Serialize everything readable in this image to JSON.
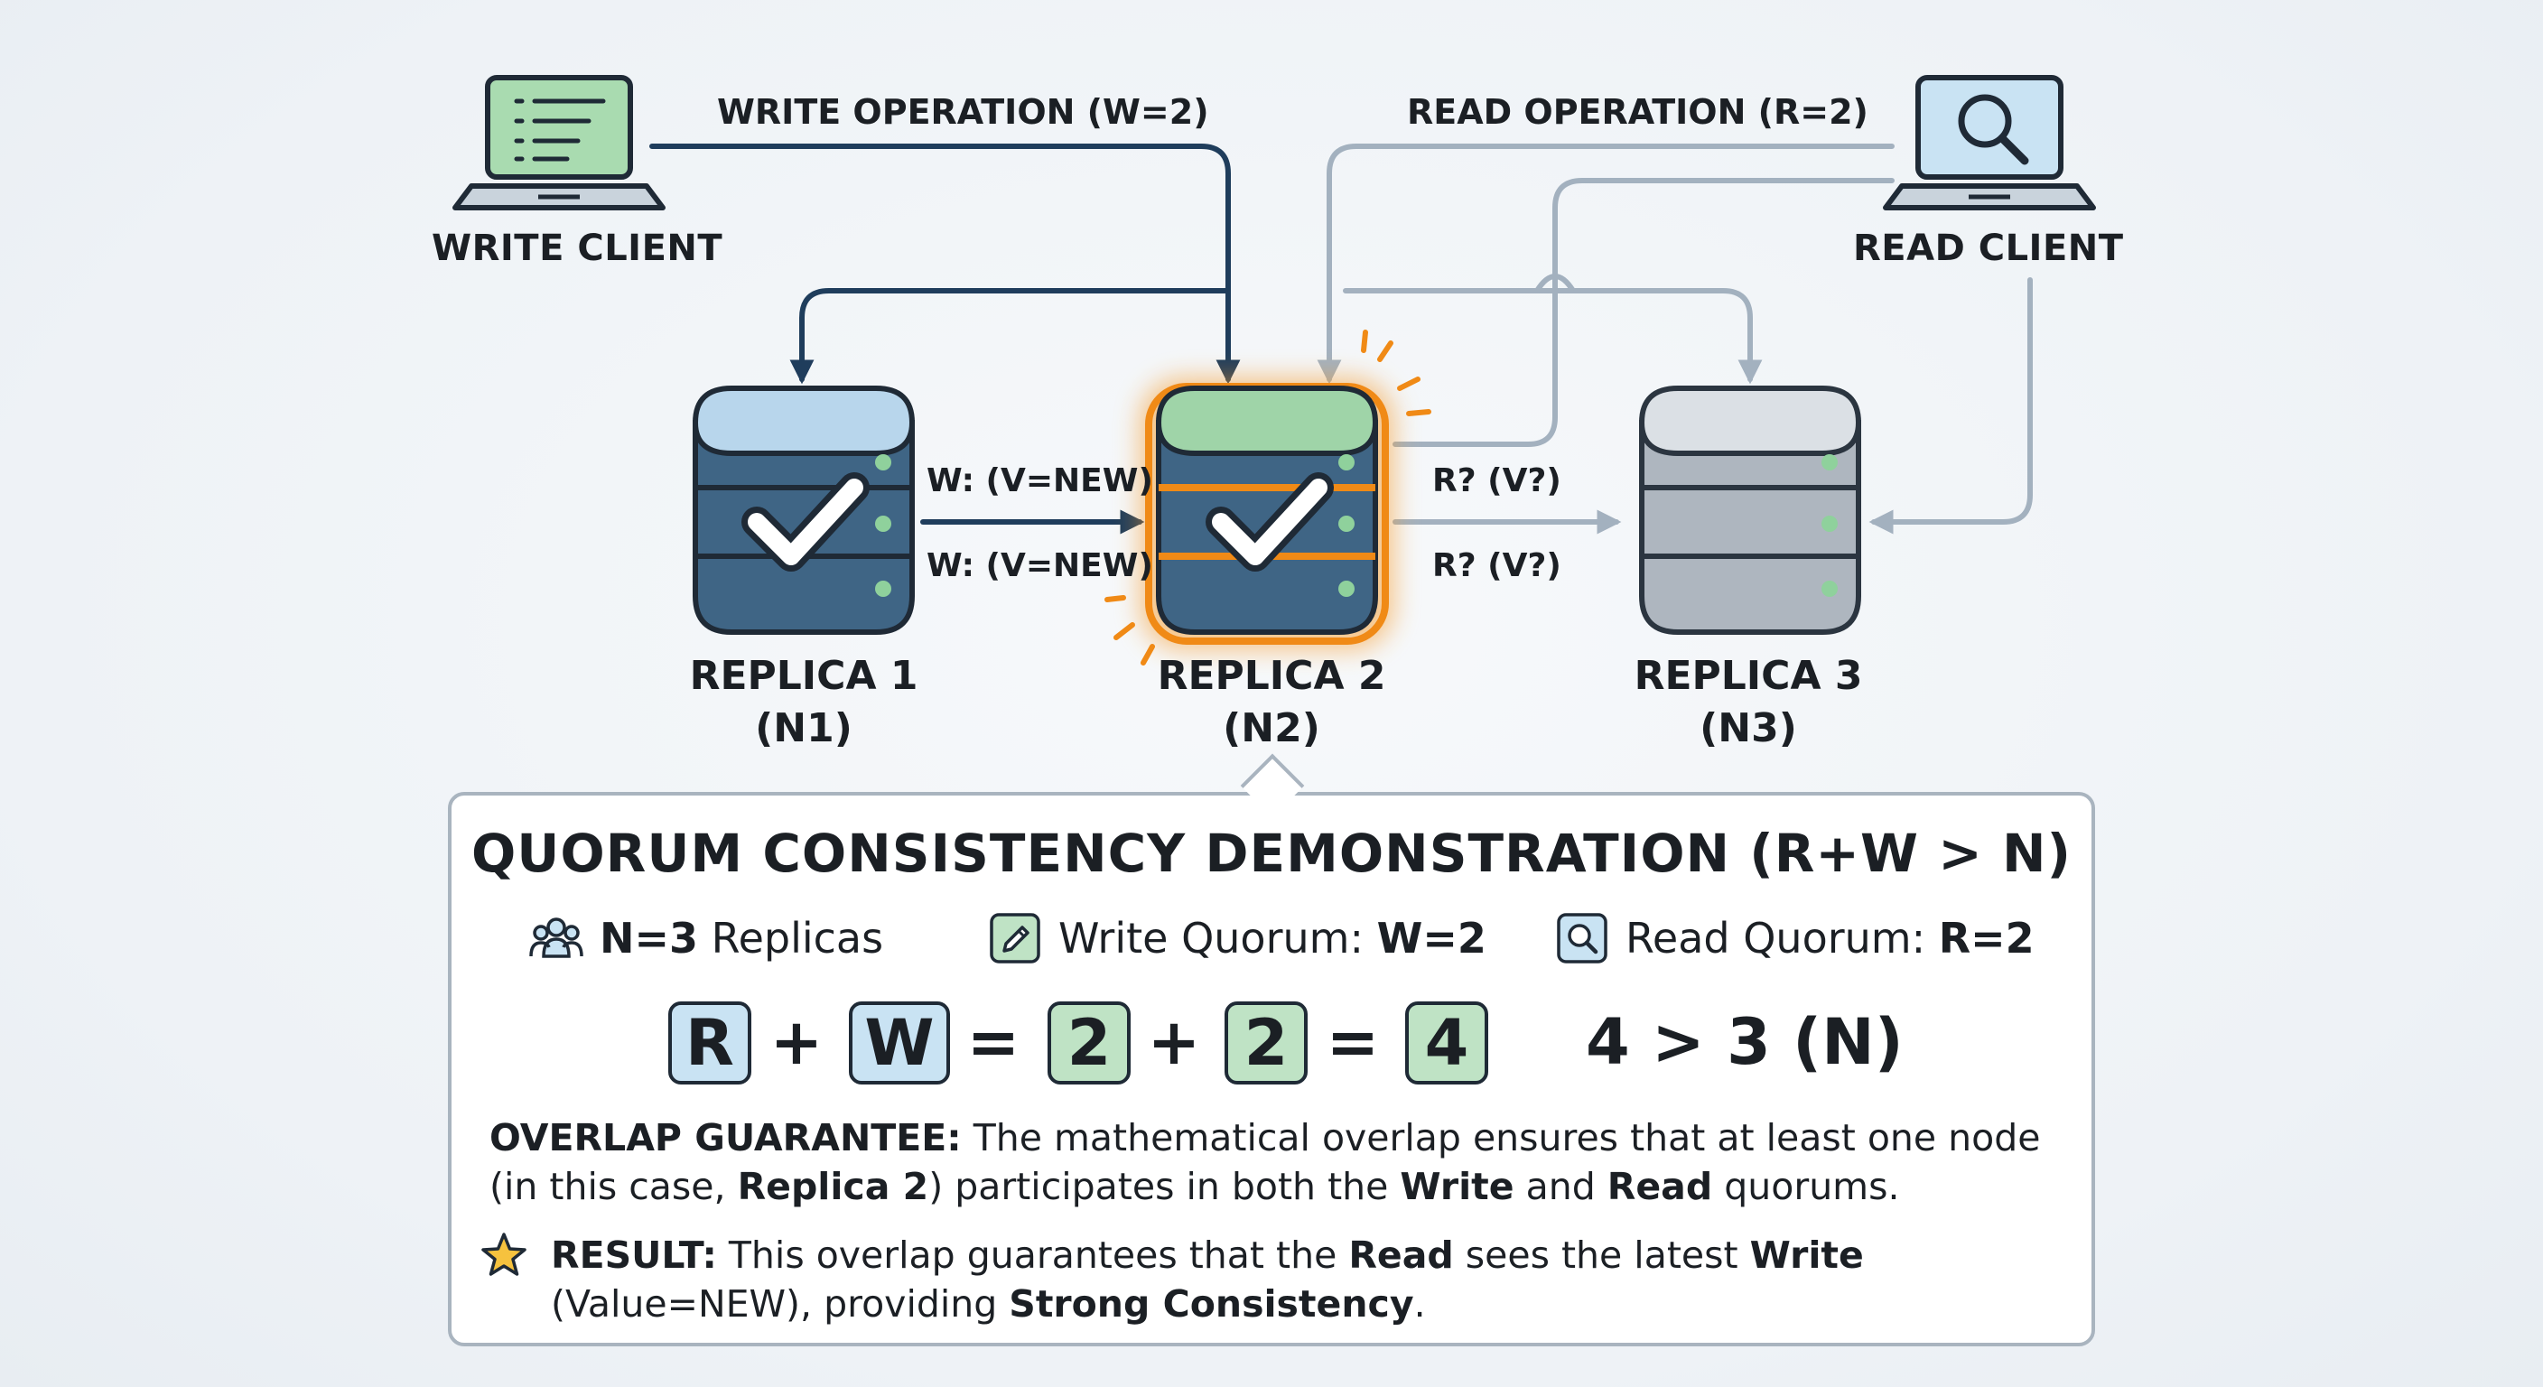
{
  "clients": {
    "write_label": "WRITE CLIENT",
    "read_label": "READ CLIENT",
    "write_icon": "laptop-document-icon",
    "read_icon": "laptop-search-icon"
  },
  "operations": {
    "write": "WRITE OPERATION (W=2)",
    "read": "READ OPERATION (R=2)"
  },
  "messages": {
    "w1": "W: (V=NEW)",
    "w2": "W: (V=NEW)",
    "r1": "R? (V?)",
    "r2": "R? (V?)"
  },
  "replicas": [
    {
      "name": "REPLICA 1",
      "id": "(N1)"
    },
    {
      "name": "REPLICA 2",
      "id": "(N2)"
    },
    {
      "name": "REPLICA 3",
      "id": "(N3)"
    }
  ],
  "panel": {
    "title": "QUORUM CONSISTENCY DEMONSTRATION (R+W > N)",
    "params": [
      {
        "icon": "users-icon",
        "bold": "N=3",
        "text": " Replicas"
      },
      {
        "icon": "pencil-icon",
        "text": "Write Quorum: ",
        "bold": "W=2"
      },
      {
        "icon": "search-icon",
        "text": "Read Quorum: ",
        "bold": "R=2"
      }
    ],
    "equation": {
      "r": "R",
      "plus1": "+",
      "w": "W",
      "eq1": "=",
      "two_a": "2",
      "plus2": "+",
      "two_b": "2",
      "eq2": "=",
      "four": "4",
      "inequality": "4 > 3 (N)"
    },
    "overlap": {
      "label": "OVERLAP GUARANTEE:",
      "t1": " The mathematical overlap ensures that at least one node",
      "t2": "(in this case, ",
      "replica": "Replica 2",
      "t3": ") participates in both the ",
      "write": "Write",
      "t4": " and ",
      "read": "Read",
      "t5": " quorums."
    },
    "result": {
      "icon": "star-icon",
      "label": "RESULT:",
      "t1": " This overlap guarantees that the ",
      "read": "Read",
      "t2": " sees the latest ",
      "write": "Write",
      "t3": "(Value=NEW), providing ",
      "strong": "Strong Consistency",
      "t4": "."
    }
  },
  "colors": {
    "write_arrow": "#1f3d5c",
    "read_arrow": "#a3b1bf",
    "highlight": "#f08a16",
    "db_blue": "#3f6585",
    "db_gray": "#aeb6bf",
    "box_blue": "#c9e3f3",
    "box_green": "#bfe3c5"
  }
}
